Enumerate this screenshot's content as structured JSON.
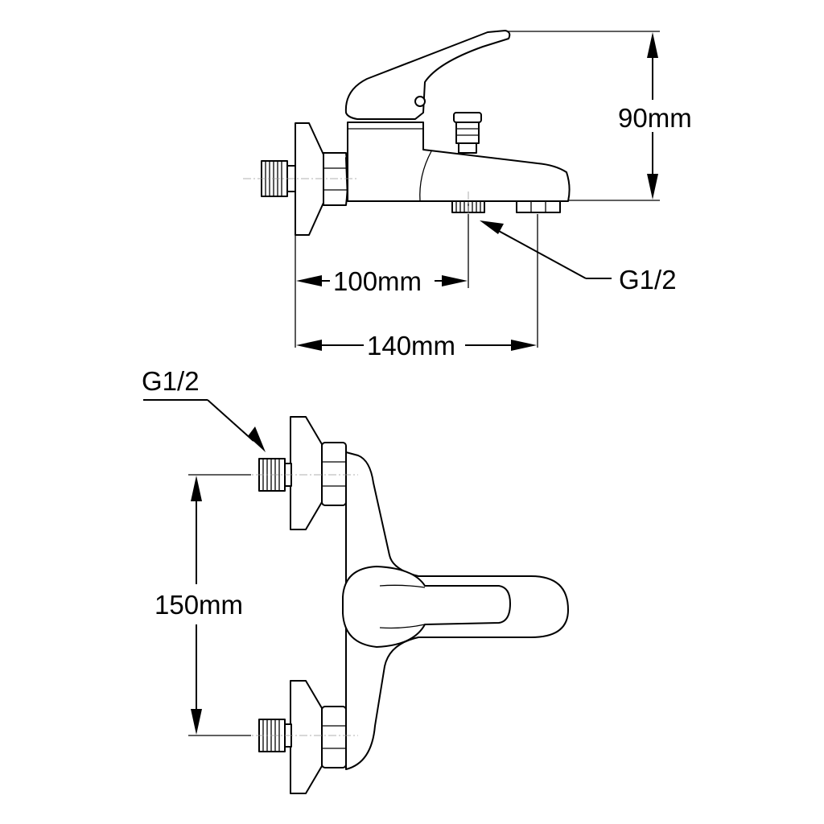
{
  "dimensions": {
    "height_top": "90mm",
    "dist_100": "100mm",
    "dist_140": "140mm",
    "thread_top": "G1/2",
    "thread_bottom": "G1/2",
    "spacing_150": "150mm"
  }
}
